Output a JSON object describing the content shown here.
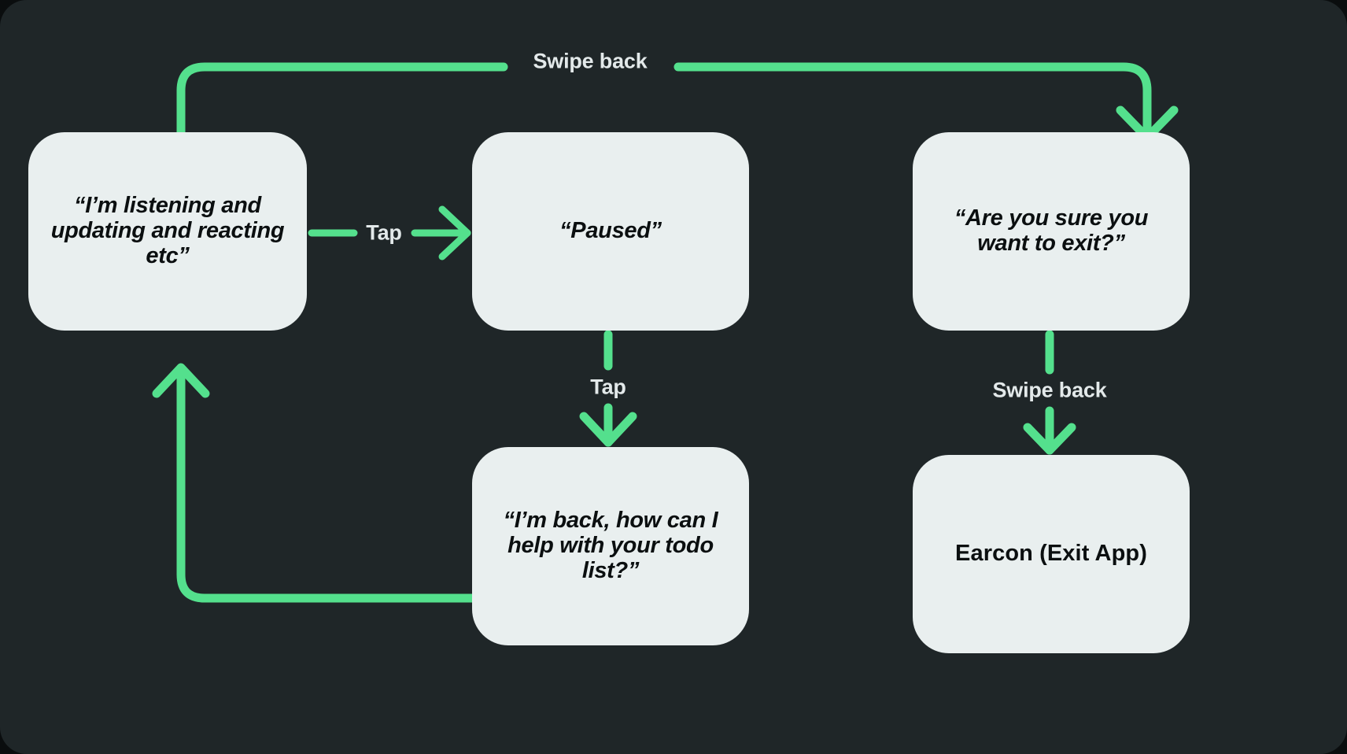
{
  "diagram": {
    "title": "Voice assistant pause and exit flow",
    "background_color": "#1f2628",
    "node_fill_color": "#e9efef",
    "node_text_color": "#0b0f10",
    "connector_color": "#54e08d",
    "edge_label_color": "#e3e9ea"
  },
  "nodes": [
    {
      "id": "listening",
      "text": "“I’m listening and updating and reacting etc”",
      "style": "italic"
    },
    {
      "id": "paused",
      "text": "“Paused”",
      "style": "italic"
    },
    {
      "id": "confirm",
      "text": "“Are you sure you want to exit?”",
      "style": "italic"
    },
    {
      "id": "back",
      "text": "“I’m back, how can I help with your todo list?”",
      "style": "italic"
    },
    {
      "id": "earcon",
      "text": "Earcon (Exit App)",
      "style": "upright"
    }
  ],
  "edges": [
    {
      "id": "swipe-back-top",
      "label": "Swipe back",
      "from": "listening",
      "to": "confirm"
    },
    {
      "id": "tap-right",
      "label": "Tap",
      "from": "listening",
      "to": "paused"
    },
    {
      "id": "tap-down",
      "label": "Tap",
      "from": "paused",
      "to": "back"
    },
    {
      "id": "swipe-back-right",
      "label": "Swipe back",
      "from": "confirm",
      "to": "earcon"
    },
    {
      "id": "return-loop",
      "label": "",
      "from": "back",
      "to": "listening"
    }
  ]
}
